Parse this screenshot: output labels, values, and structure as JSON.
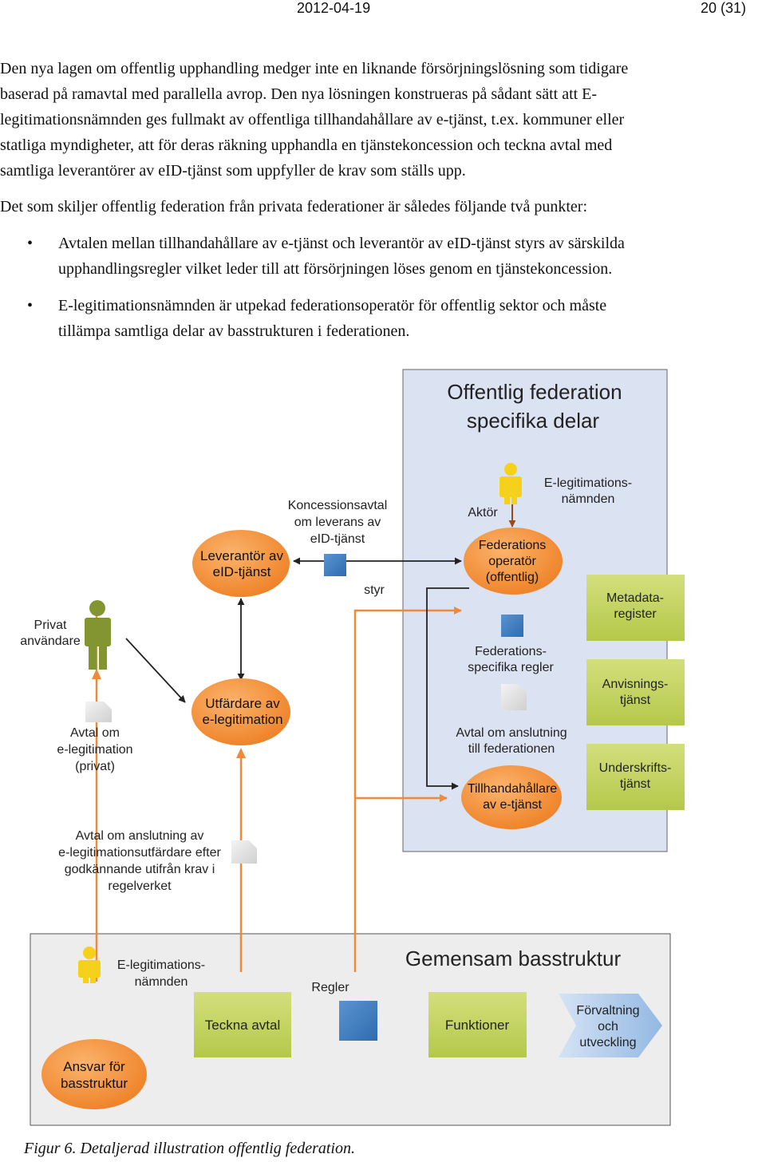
{
  "header": {
    "date": "2012-04-19",
    "page": "20 (31)"
  },
  "body": {
    "p1_lines": [
      "Den nya lagen om offentlig upphandling medger inte en liknande försörjningslösning som tidigare",
      "baserad på ramavtal med parallella avrop. Den nya lösningen konstrueras på sådant sätt att E-",
      "legitimationsnämnden ges fullmakt av offentliga tillhandahållare av e-tjänst, t.ex. kommuner eller",
      "statliga myndigheter, att för deras räkning upphandla en tjänstekoncession och teckna avtal med",
      "samtliga leverantörer av eID-tjänst som uppfyller de krav som ställs upp."
    ],
    "p2": "Det som skiljer offentlig federation från privata federationer är således följande två punkter:",
    "bullets": [
      {
        "lines": [
          "Avtalen mellan tillhandahållare av e-tjänst och leverantör av eID-tjänst styrs av särskilda",
          "upphandlingsregler vilket leder till att försörjningen löses genom en tjänstekoncession."
        ]
      },
      {
        "lines": [
          "E-legitimationsnämnden är utpekad federationsoperatör för offentlig sektor och måste",
          "tillämpa samtliga delar av basstrukturen i federationen."
        ]
      }
    ]
  },
  "diagram": {
    "offentlig_title": [
      "Offentlig federation",
      "specifika delar"
    ],
    "actor_label": "Aktör",
    "e_leg_namnden_top": [
      "E-legitimations-",
      "nämnden"
    ],
    "federationsoperator": [
      "Federations",
      "operatör",
      "(offentlig)"
    ],
    "metadataregister": [
      "Metadata-",
      "register"
    ],
    "anvisningstjanst": [
      "Anvisnings-",
      "tjänst"
    ],
    "underskriftstjanst": [
      "Underskrifts-",
      "tjänst"
    ],
    "federationsspecifika_regler": [
      "Federations-",
      "specifika regler"
    ],
    "avtal_anslutning_federationen": [
      "Avtal om anslutning",
      "till federationen"
    ],
    "tillhandahallare": [
      "Tillhandahållare",
      "av e-tjänst"
    ],
    "koncessionsavtal": [
      "Koncessionsavtal",
      "om leverans av",
      "eID-tjänst"
    ],
    "leverantor": [
      "Leverantör av",
      "eID-tjänst"
    ],
    "styr": "styr",
    "privat_anvandare": [
      "Privat",
      "användare"
    ],
    "utfardare": [
      "Utfärdare av",
      "e-legitimation"
    ],
    "avtal_privat": [
      "Avtal om",
      "e-legitimation",
      "(privat)"
    ],
    "avtal_utfardare": [
      "Avtal om anslutning av",
      "e-legitimationsutfärdare efter",
      "godkännande utifrån krav i",
      "regelverket"
    ],
    "gemensam_title": "Gemensam basstruktur",
    "e_leg_namnden_bottom": [
      "E-legitimations-",
      "nämnden"
    ],
    "teckna_avtal": "Teckna avtal",
    "regler": "Regler",
    "funktioner": "Funktioner",
    "forvaltning": [
      "Förvaltning",
      "och",
      "utveckling"
    ],
    "ansvar": [
      "Ansvar för",
      "basstruktur"
    ],
    "colors": {
      "panel_blue": "#dbe2f1",
      "panel_gray": "#ededed",
      "orange": "#f4923a",
      "green": "#c3d35e",
      "blue_square": "#3f7ec2",
      "person_yellow": "#f6d11c",
      "person_olive": "#829531",
      "arrow_orange": "#f08a3a",
      "arrow_black": "#222222"
    }
  },
  "caption": "Figur 6. Detaljerad illustration offentlig federation."
}
